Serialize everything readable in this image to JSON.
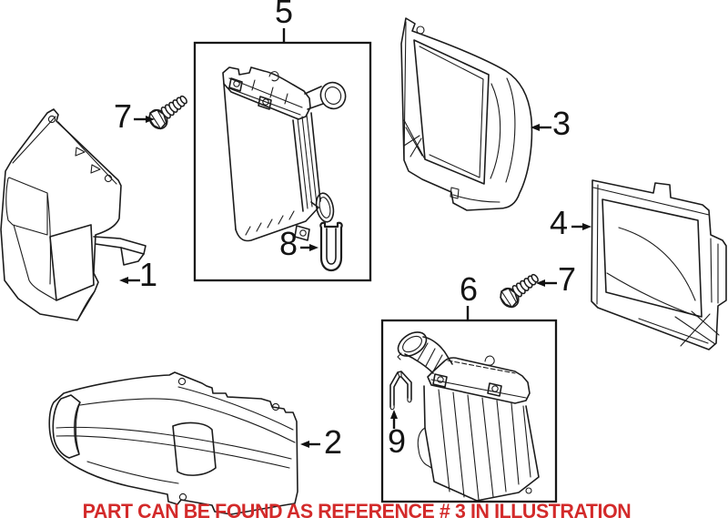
{
  "diagram": {
    "background": "#ffffff",
    "line_color": "#1c1c1c",
    "note": {
      "text": "PART CAN BE FOUND AS REFERENCE # 3 IN ILLUSTRATION",
      "color": "#d32a2a"
    },
    "callouts": {
      "c1": "1",
      "c2": "2",
      "c3": "3",
      "c4": "4",
      "c5": "5",
      "c6": "6",
      "c7a": "7",
      "c7b": "7",
      "c8": "8",
      "c9": "9"
    }
  }
}
